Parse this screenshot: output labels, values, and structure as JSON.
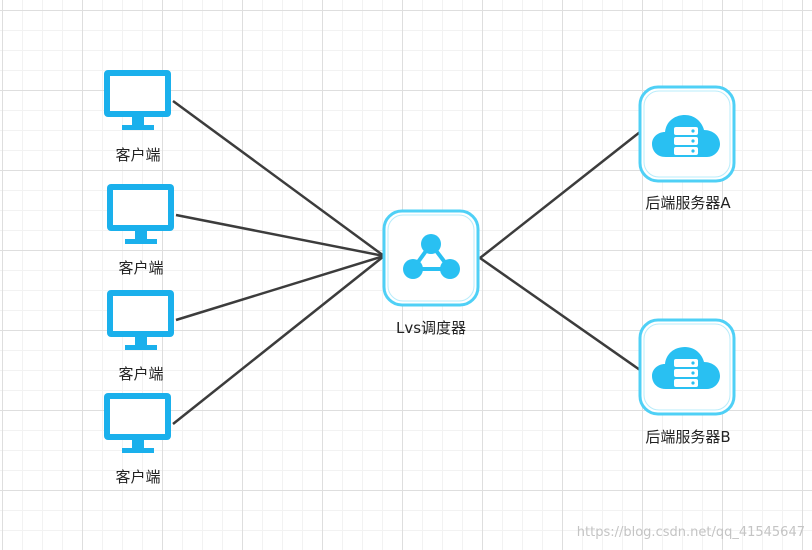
{
  "colors": {
    "accent": "#1ab0ec",
    "accent_light": "#4fd0f6",
    "connector": "#3c3c3c",
    "text": "#222222",
    "watermark": "#c4c4c4"
  },
  "clients": [
    {
      "label": "客户端",
      "icon": "monitor-icon"
    },
    {
      "label": "客户端",
      "icon": "monitor-icon"
    },
    {
      "label": "客户端",
      "icon": "monitor-icon"
    },
    {
      "label": "客户端",
      "icon": "monitor-icon"
    }
  ],
  "scheduler": {
    "label": "Lvs调度器",
    "icon": "load-balancer-icon"
  },
  "servers": [
    {
      "label": "后端服务器A",
      "icon": "cloud-server-icon"
    },
    {
      "label": "后端服务器B",
      "icon": "cloud-server-icon"
    }
  ],
  "watermark": "https://blog.csdn.net/qq_41545647"
}
